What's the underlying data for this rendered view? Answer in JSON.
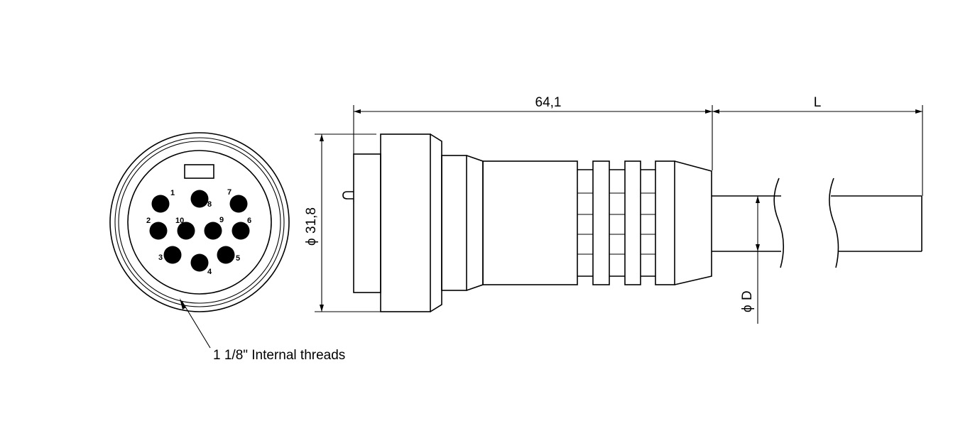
{
  "dimensions": {
    "length_body": "64,1",
    "length_cable": "L",
    "diameter_connector": "31,8",
    "diameter_cable": "D",
    "diameter_symbol": "ϕ"
  },
  "callout": "1 1/8\" Internal threads",
  "pins": [
    "1",
    "2",
    "3",
    "4",
    "5",
    "6",
    "7",
    "8",
    "9",
    "10"
  ]
}
